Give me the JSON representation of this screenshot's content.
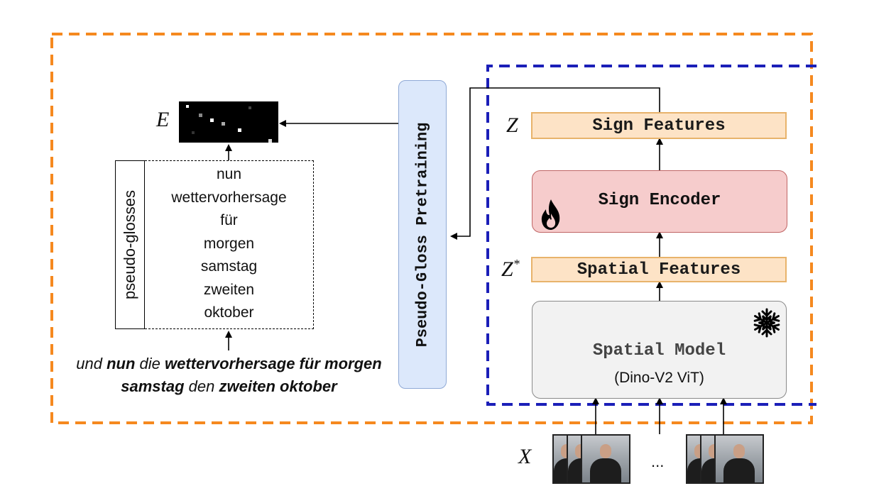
{
  "symbols": {
    "E": "E",
    "Z": "Z",
    "Z_star": "Z*",
    "X": "X"
  },
  "pretraining": {
    "label": "Pseudo-Gloss Pretraining"
  },
  "features": {
    "sign": "Sign Features",
    "spatial": "Spatial Features"
  },
  "encoder": {
    "label": "Sign Encoder",
    "state_icon": "fire-icon"
  },
  "spatial_model": {
    "title": "Spatial Model",
    "subtitle": "(Dino-V2 ViT)",
    "state_icon": "snowflake-icon"
  },
  "pseudo_glosses": {
    "label": "pseudo-glosses",
    "items": [
      "nun",
      "wettervorhersage",
      "für",
      "morgen",
      "samstag",
      "zweiten",
      "oktober"
    ]
  },
  "sentence": {
    "segments": [
      {
        "text": "und ",
        "bold": false
      },
      {
        "text": "nun",
        "bold": true
      },
      {
        "text": " die ",
        "bold": false
      },
      {
        "text": "wettervorhersage für",
        "bold": true
      },
      {
        "text": " ",
        "bold": false
      },
      {
        "text": "morgen samstag",
        "bold": true
      },
      {
        "text": " den ",
        "bold": false
      },
      {
        "text": "zweiten oktober",
        "bold": true
      }
    ]
  },
  "ellipsis": "...",
  "colors": {
    "outer_border": "#f5891f",
    "inner_border": "#1b1fb8",
    "encoder_fill": "#f6cccc",
    "feature_fill": "#fde3c6",
    "pretraining_fill": "#dce8fb",
    "model_fill": "#f2f2f2"
  }
}
